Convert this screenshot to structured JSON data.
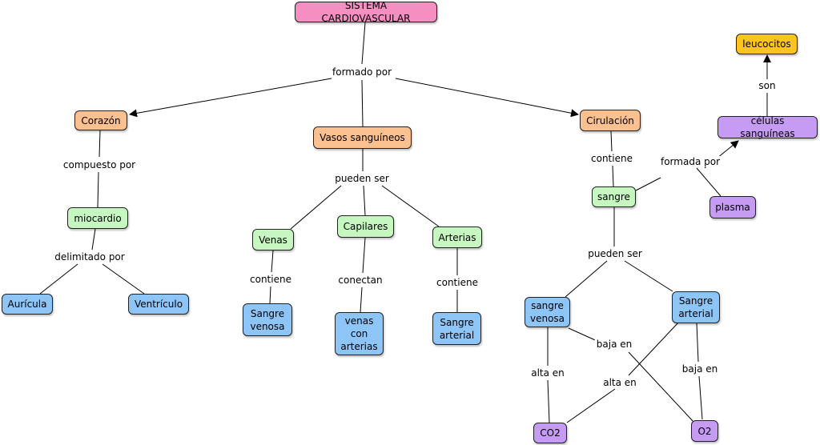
{
  "colors": {
    "pink": "#f58fc2",
    "orange": "#fbc08f",
    "green": "#c6f7c0",
    "blue": "#8ec5f7",
    "purple": "#c59bf3",
    "yellow": "#fbc51c"
  },
  "nodes": {
    "sistema": "SISTEMA CARDIOVASCULAR",
    "corazon": "Corazón",
    "vasos": "Vasos sanguíneos",
    "circulacion": "Cirulación",
    "miocardio": "miocardio",
    "auricula": "Aurícula",
    "ventriculo": "Ventrículo",
    "venas": "Venas",
    "capilares": "Capilares",
    "arterias": "Arterias",
    "sangre_venosa_1": "Sangre\nvenosa",
    "venas_arterias": "venas\ncon\narterias",
    "sangre_arterial_1": "Sangre\narterial",
    "sangre": "sangre",
    "celulas": "células sanguíneas",
    "leucocitos": "leucocitos",
    "plasma": "plasma",
    "sangre_venosa_2": "sangre\nvenosa",
    "sangre_arterial_2": "Sangre\narterial",
    "co2": "CO2",
    "o2": "O2"
  },
  "links": {
    "formado_por": "formado por",
    "compuesto_por": "compuesto por",
    "delimitado_por": "delimitado por",
    "pueden_ser_1": "pueden ser",
    "contiene_venas": "contiene",
    "conectan": "conectan",
    "contiene_arterias": "contiene",
    "contiene_circ": "contiene",
    "formada_por": "formada por",
    "son": "son",
    "pueden_ser_2": "pueden ser",
    "alta_en_1": "alta en",
    "baja_en_1": "baja en",
    "alta_en_2": "alta en",
    "baja_en_2": "baja en"
  }
}
